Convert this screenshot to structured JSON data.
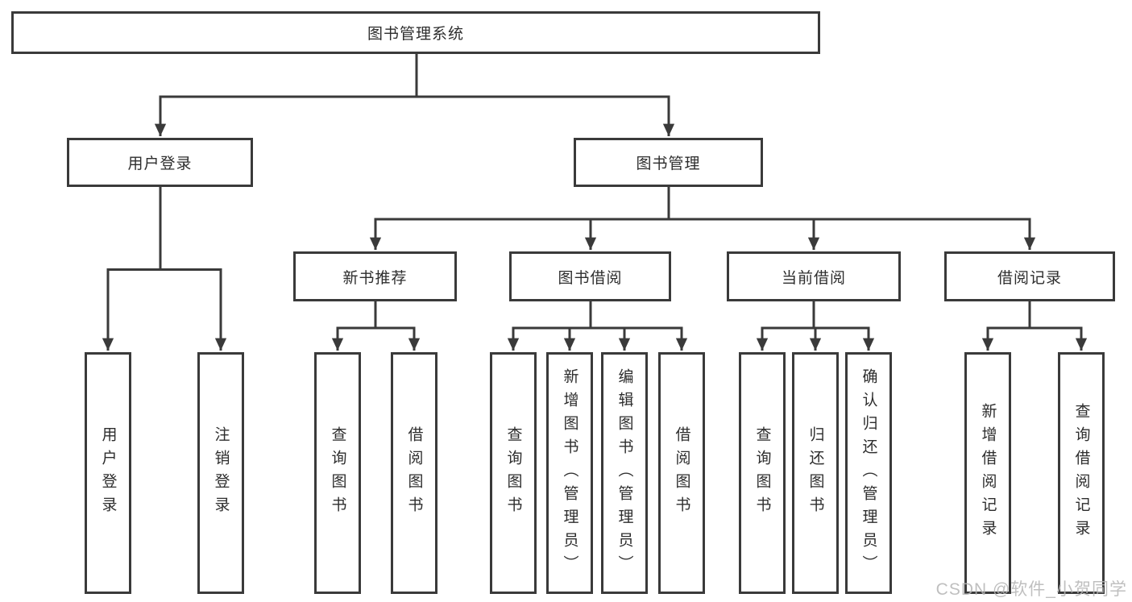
{
  "diagram_title": "图书管理系统",
  "tree": {
    "root": {
      "label": "图书管理系统"
    },
    "branches": [
      {
        "label": "用户登录",
        "children": [
          {
            "label": "用户登录"
          },
          {
            "label": "注销登录"
          }
        ]
      },
      {
        "label": "图书管理",
        "children": [
          {
            "label": "新书推荐",
            "children": [
              {
                "label": "查询图书"
              },
              {
                "label": "借阅图书"
              }
            ]
          },
          {
            "label": "图书借阅",
            "children": [
              {
                "label": "查询图书"
              },
              {
                "label": "新增图书（管理员）"
              },
              {
                "label": "编辑图书（管理员）"
              },
              {
                "label": "借阅图书"
              }
            ]
          },
          {
            "label": "当前借阅",
            "children": [
              {
                "label": "查询图书"
              },
              {
                "label": "归还图书"
              },
              {
                "label": "确认归还（管理员）"
              }
            ]
          },
          {
            "label": "借阅记录",
            "children": [
              {
                "label": "新增借阅记录"
              },
              {
                "label": "查询借阅记录"
              }
            ]
          }
        ]
      }
    ]
  },
  "watermark": "CSDN @软件_小贺同学",
  "colors": {
    "line": "#3a3a3a",
    "text": "#2d2d2d",
    "background": "#ffffff",
    "watermark": "#b5b5b5"
  }
}
